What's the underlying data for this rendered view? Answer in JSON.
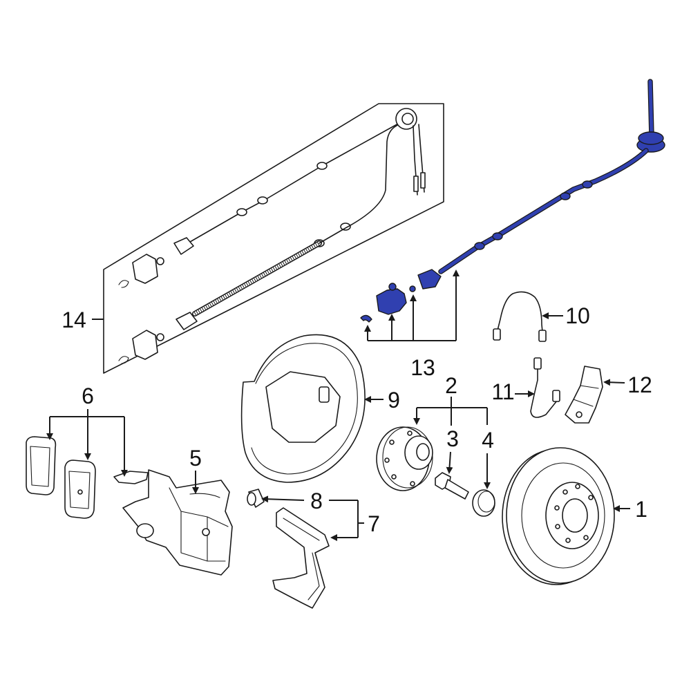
{
  "labels": {
    "c1": "1",
    "c2": "2",
    "c3": "3",
    "c4": "4",
    "c5": "5",
    "c6": "6",
    "c7": "7",
    "c8": "8",
    "c9": "9",
    "c10": "10",
    "c11": "11",
    "c12": "12",
    "c13": "13",
    "c14": "14"
  },
  "colors": {
    "highlight": "#3040b0",
    "line": "#1a1a1a",
    "background": "#ffffff"
  }
}
